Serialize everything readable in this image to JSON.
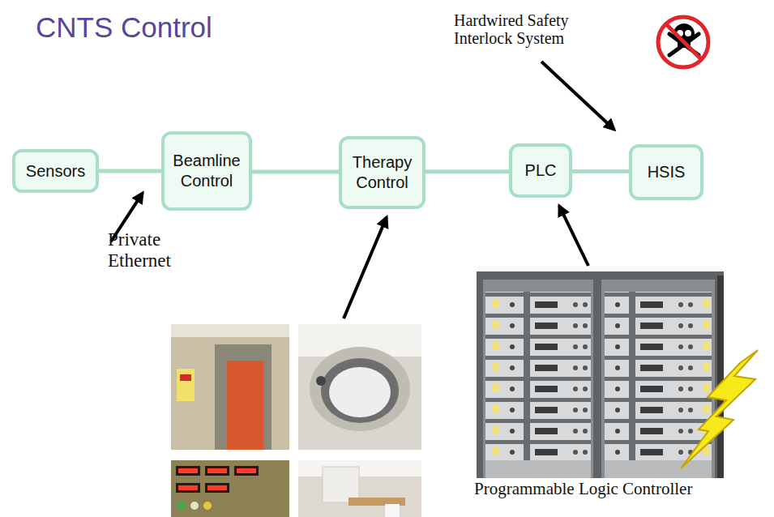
{
  "diagram": {
    "title": "CNTS Control",
    "nodes": [
      {
        "text": [
          "Sensors"
        ]
      },
      {
        "text": [
          "Beamline Control"
        ]
      },
      {
        "text": [
          "Therapy Control"
        ]
      },
      {
        "text": [
          "PLC"
        ]
      },
      {
        "text": [
          "HSIS"
        ]
      }
    ],
    "edges": [
      {
        "from": 0,
        "to": 1,
        "arrow": "none"
      },
      {
        "from": 1,
        "to": 2,
        "arrow": "none"
      },
      {
        "from": 2,
        "to": 3,
        "arrow": "none"
      },
      {
        "from": 3,
        "to": 4,
        "arrow": "none"
      }
    ],
    "labels": [
      "Hardwired Safety Interlock System",
      "Private Ethernet",
      "Programmable Logic Controller"
    ]
  }
}
